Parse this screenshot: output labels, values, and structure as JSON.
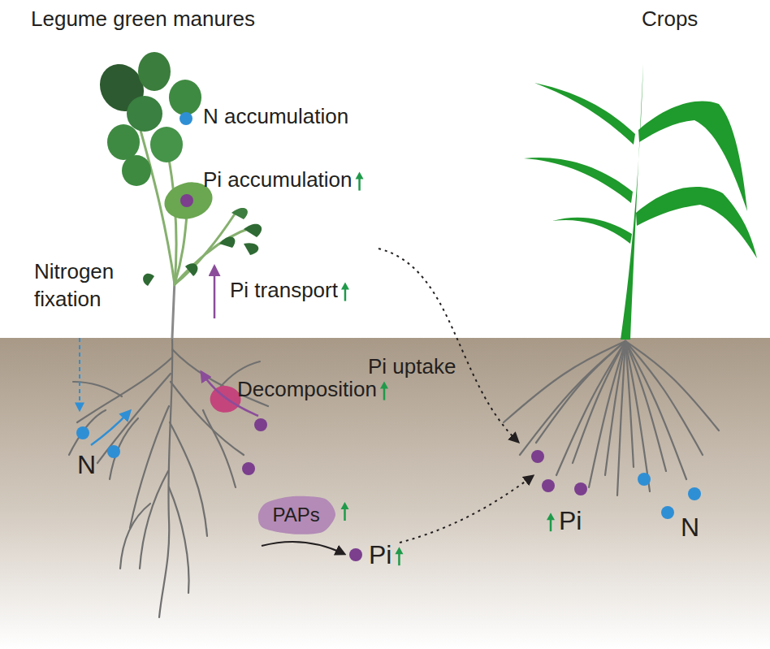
{
  "diagram": {
    "nodes": [
      {
        "text": [
          "PAPs"
        ]
      }
    ],
    "labels": [
      "Legume green manures",
      "Crops",
      "N accumulation",
      "Pi accumulation",
      "Nitrogen fixation",
      "Pi transport",
      "Pi uptake",
      "Decomposition",
      "N",
      "Pi",
      "Pi",
      "N"
    ]
  }
}
